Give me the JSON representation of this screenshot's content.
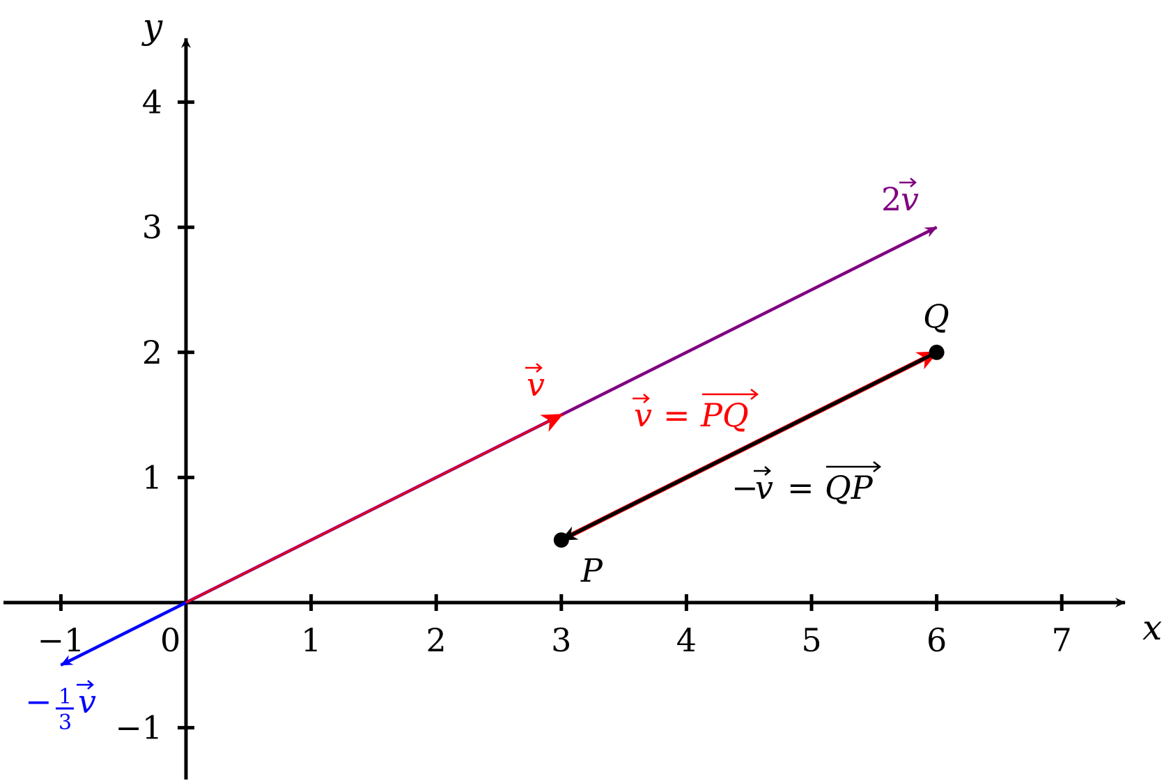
{
  "axes": {
    "x_name": "x",
    "y_name": "y",
    "origin_label": "0",
    "xlim": [
      -1.5,
      7.5
    ],
    "ylim": [
      -1.5,
      4.5
    ]
  },
  "ticks": {
    "x": [
      {
        "value": -1,
        "label": "−1"
      },
      {
        "value": 1,
        "label": "1"
      },
      {
        "value": 2,
        "label": "2"
      },
      {
        "value": 3,
        "label": "3"
      },
      {
        "value": 4,
        "label": "4"
      },
      {
        "value": 5,
        "label": "5"
      },
      {
        "value": 6,
        "label": "6"
      },
      {
        "value": 7,
        "label": "7"
      }
    ],
    "y": [
      {
        "value": -1,
        "label": "−1"
      },
      {
        "value": 1,
        "label": "1"
      },
      {
        "value": 2,
        "label": "2"
      },
      {
        "value": 3,
        "label": "3"
      },
      {
        "value": 4,
        "label": "4"
      }
    ]
  },
  "points": {
    "P": {
      "label": "P",
      "coords": [
        3,
        0.5
      ]
    },
    "Q": {
      "label": "Q",
      "coords": [
        6,
        2
      ]
    }
  },
  "vectors": {
    "v": {
      "from": [
        0,
        0
      ],
      "to": [
        3,
        1.5
      ],
      "color": "#ff0000",
      "label": "v"
    },
    "two_v": {
      "from": [
        0,
        0
      ],
      "to": [
        6,
        3
      ],
      "color": "#800080",
      "coef": "2",
      "sym": "v"
    },
    "neg_third_v": {
      "from": [
        0,
        0
      ],
      "to": [
        -1,
        -0.5
      ],
      "color": "#0000ff",
      "sign": "−",
      "num": "1",
      "den": "3",
      "sym": "v"
    },
    "PQ": {
      "from": [
        3,
        0.5
      ],
      "to": [
        6,
        2
      ],
      "color": "#ff0000",
      "lhs": "v",
      "eq": "=",
      "rhs": "PQ"
    },
    "QP": {
      "from": [
        6,
        2
      ],
      "to": [
        3,
        0.5
      ],
      "color": "#000000",
      "sign": "−",
      "lhs": "v",
      "eq": "=",
      "rhs": "QP"
    }
  },
  "colors": {
    "red": "#ff0000",
    "purple": "#800080",
    "blue": "#0000ff",
    "black": "#000000"
  }
}
